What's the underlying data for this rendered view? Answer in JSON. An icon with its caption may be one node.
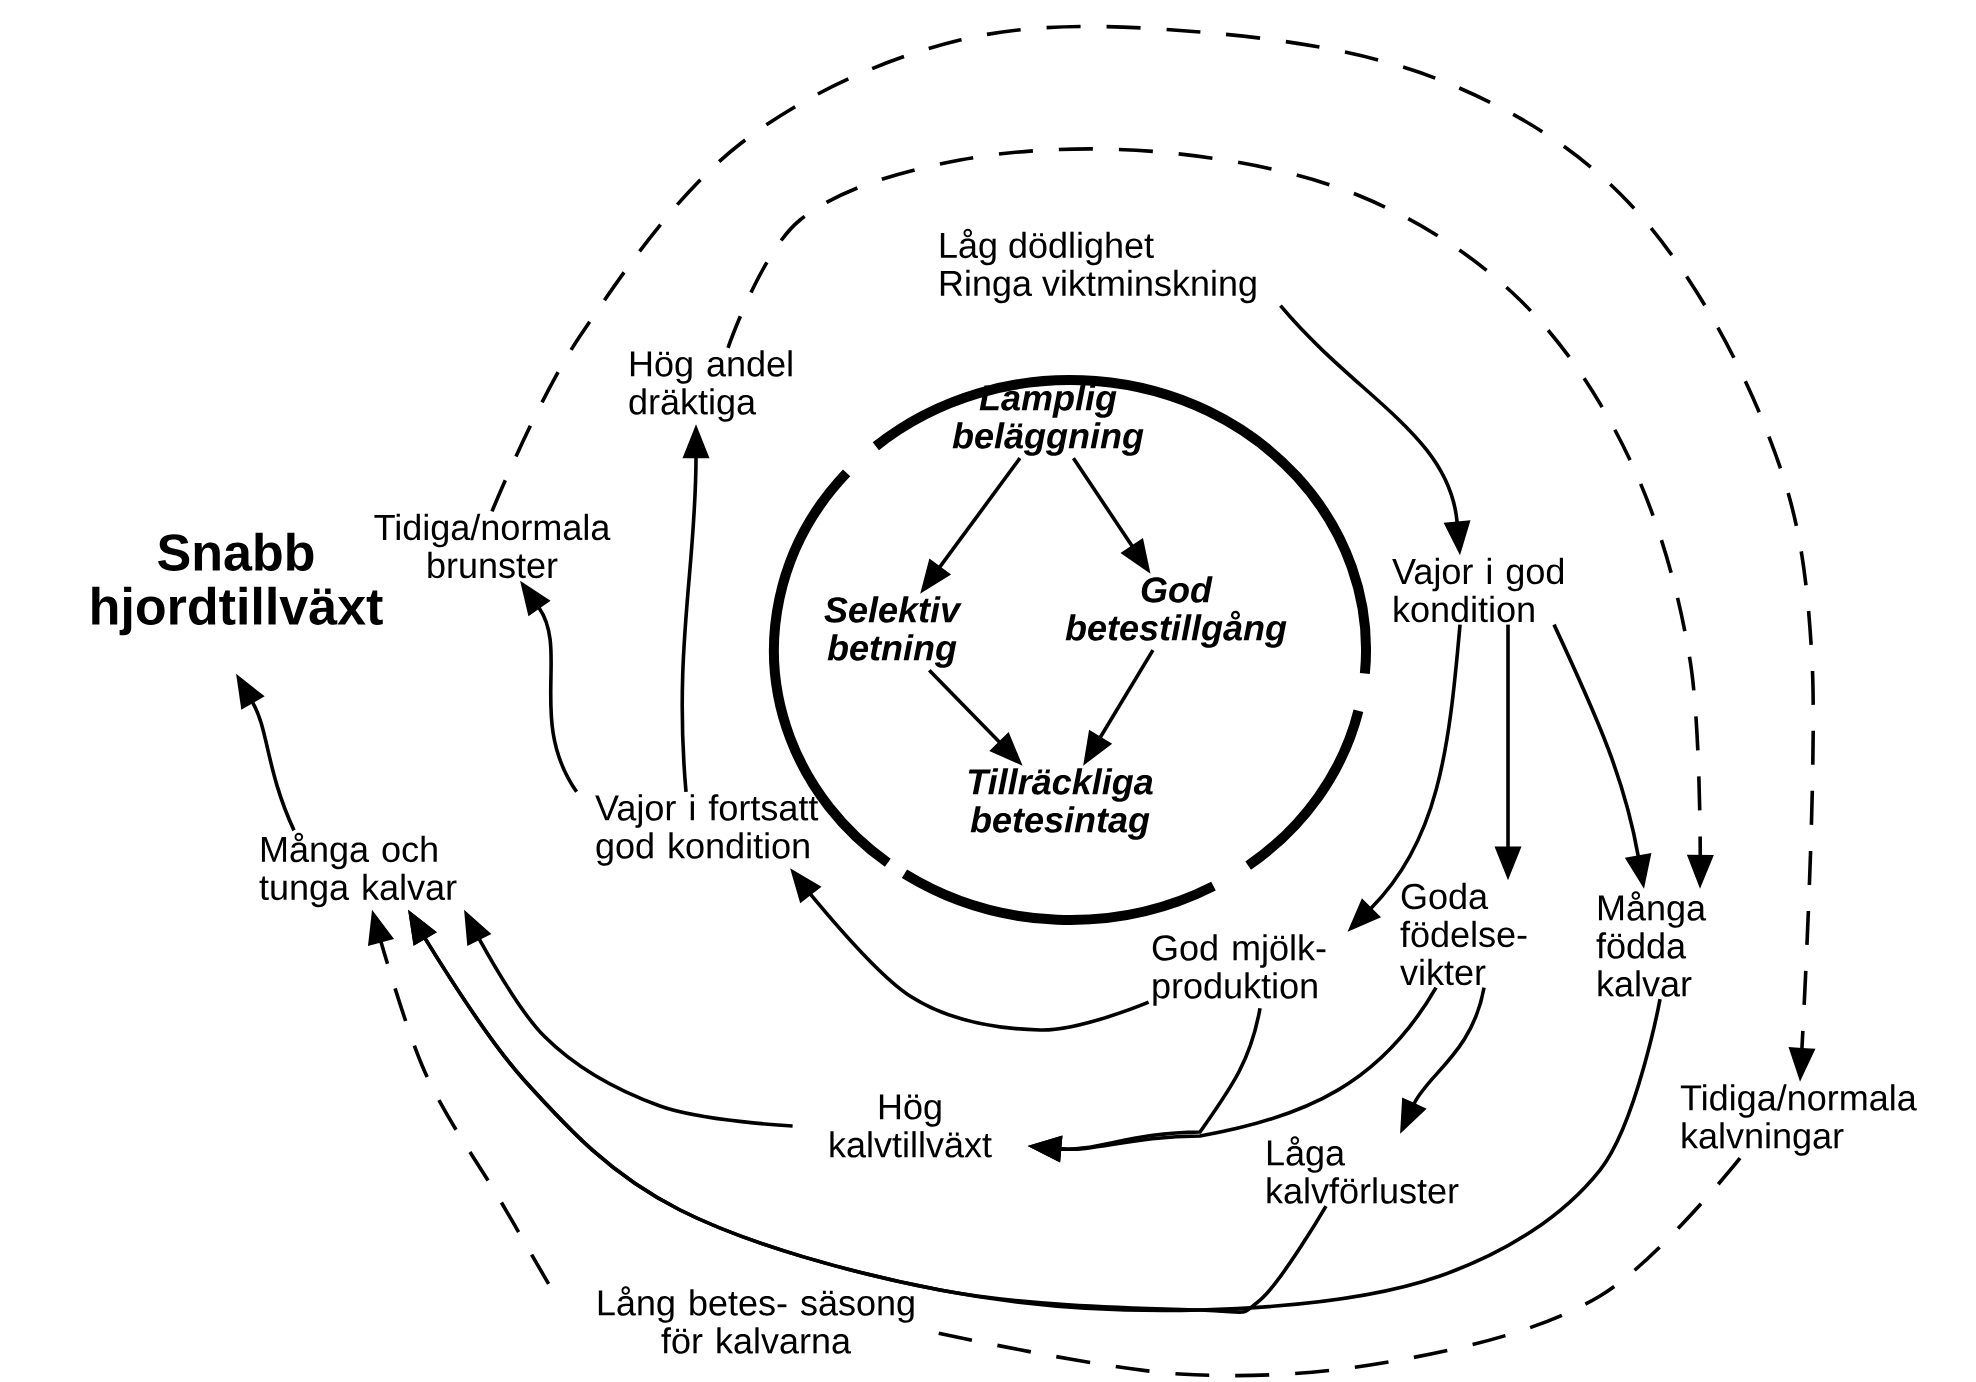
{
  "diagram": {
    "nodes": [
      {
        "text": [
          "Snabb hjordtillväxt"
        ]
      },
      {
        "text": [
          "Lämplig beläggning"
        ]
      },
      {
        "text": [
          "Selektiv betning"
        ]
      },
      {
        "text": [
          "God betestillgång"
        ]
      },
      {
        "text": [
          "Tillräckliga betesintag"
        ]
      },
      {
        "text": [
          "Låg dödlighet",
          "Ringa viktminskning"
        ]
      },
      {
        "text": [
          "Vajor i god kondition"
        ]
      },
      {
        "text": [
          "God mjölk- produktion"
        ]
      },
      {
        "text": [
          "Goda födelse- vikter"
        ]
      },
      {
        "text": [
          "Många födda kalvar"
        ]
      },
      {
        "text": [
          "Tidiga/normala kalvningar"
        ]
      },
      {
        "text": [
          "Låga kalvförluster"
        ]
      },
      {
        "text": [
          "Hög kalvtillväxt"
        ]
      },
      {
        "text": [
          "Lång betes- säsong för kalvarna"
        ]
      },
      {
        "text": [
          "Många och tunga kalvar"
        ]
      },
      {
        "text": [
          "Vajor i fortsatt god kondition"
        ]
      },
      {
        "text": [
          "Tidiga/normala brunster"
        ]
      },
      {
        "text": [
          "Hög andel dräktiga"
        ]
      }
    ],
    "edges": [
      {
        "from": 1,
        "to": 2,
        "arrow": "to"
      },
      {
        "from": 1,
        "to": 3,
        "arrow": "to"
      },
      {
        "from": 2,
        "to": 4,
        "arrow": "to"
      },
      {
        "from": 3,
        "to": 4,
        "arrow": "to"
      },
      {
        "from": 5,
        "to": 6,
        "arrow": "to"
      },
      {
        "from": 6,
        "to": 7,
        "arrow": "to"
      },
      {
        "from": 6,
        "to": 8,
        "arrow": "to"
      },
      {
        "from": 6,
        "to": 9,
        "arrow": "to"
      },
      {
        "from": 17,
        "to": 9,
        "arrow": "to",
        "style": "dashed"
      },
      {
        "from": 16,
        "to": 10,
        "arrow": "to",
        "style": "dashed"
      },
      {
        "from": 10,
        "to": 13,
        "arrow": "none",
        "style": "dashed"
      },
      {
        "from": 13,
        "to": 14,
        "arrow": "to",
        "style": "dashed"
      },
      {
        "from": 7,
        "to": 15,
        "arrow": "to"
      },
      {
        "from": 7,
        "to": 12,
        "arrow": "to"
      },
      {
        "from": 8,
        "to": 12,
        "arrow": "to"
      },
      {
        "from": 8,
        "to": 11,
        "arrow": "to"
      },
      {
        "from": 9,
        "to": 14,
        "arrow": "to"
      },
      {
        "from": 11,
        "to": 14,
        "arrow": "to"
      },
      {
        "from": 12,
        "to": 14,
        "arrow": "to"
      },
      {
        "from": 15,
        "to": 16,
        "arrow": "to"
      },
      {
        "from": 15,
        "to": 17,
        "arrow": "to"
      },
      {
        "from": 14,
        "to": 0,
        "arrow": "to"
      }
    ]
  }
}
